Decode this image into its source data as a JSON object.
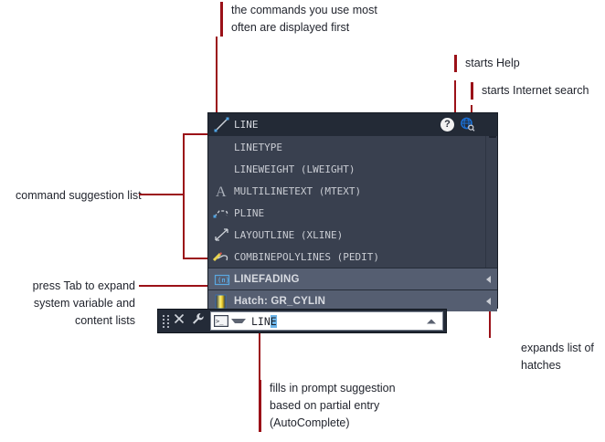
{
  "panel": {
    "header": {
      "icon": "line-tool-icon",
      "label": "LINE",
      "help_icon_glyph": "?",
      "help_icon_name": "help-icon",
      "search_icon_name": "internet-search-globe-icon"
    },
    "rows": [
      {
        "icon": "none",
        "label": "LINETYPE",
        "selected": false,
        "expandable": false
      },
      {
        "icon": "none",
        "label": "LINEWEIGHT (LWEIGHT)",
        "selected": false,
        "expandable": false
      },
      {
        "icon": "mtext-a-icon",
        "label": "MULTILINETEXT (MTEXT)",
        "selected": false,
        "expandable": false
      },
      {
        "icon": "pline-icon",
        "label": "PLINE",
        "selected": false,
        "expandable": false
      },
      {
        "icon": "xline-arrow-icon",
        "label": "LAYOUTLINE (XLINE)",
        "selected": false,
        "expandable": false
      },
      {
        "icon": "pedit-pencil-icon",
        "label": "COMBINEPOLYLINES (PEDIT)",
        "selected": false,
        "expandable": false
      },
      {
        "icon": "sysvar-icon",
        "label": "LINEFADING",
        "selected": true,
        "expandable": true
      },
      {
        "icon": "hatch-swatch-icon",
        "label": "Hatch: GR_CYLIN",
        "selected": true,
        "expandable": true
      }
    ],
    "scrollbar": "vertical-scrollbar"
  },
  "commandbar": {
    "grip": "drag-grip-handle",
    "close_label": "✕",
    "close_name": "close-icon",
    "customize_name": "wrench-icon",
    "prompt_icon": "command-prompt-icon",
    "dropdown_icon": "chevron-down-icon",
    "input_typed": "LIN",
    "input_autocomplete": "E",
    "expand_icon": "chevron-up-icon"
  },
  "annotations": {
    "top_commands": "the commands you use most\noften are displayed first",
    "starts_help": "starts Help",
    "starts_internet_search": "starts Internet search",
    "command_suggestion_list": "command suggestion list",
    "press_tab": "press Tab to expand\nsystem variable and\ncontent lists",
    "expands_hatches": "expands list of\nhatches",
    "autocomplete": "fills in prompt suggestion\nbased on partial entry\n(AutoComplete)"
  },
  "colors": {
    "leader": "#9b1118",
    "panel_body": "#39404f",
    "panel_header": "#232a36",
    "panel_selected": "#555e71",
    "accent_blue": "#6cb4e8",
    "globe_blue": "#1a6fd4"
  }
}
